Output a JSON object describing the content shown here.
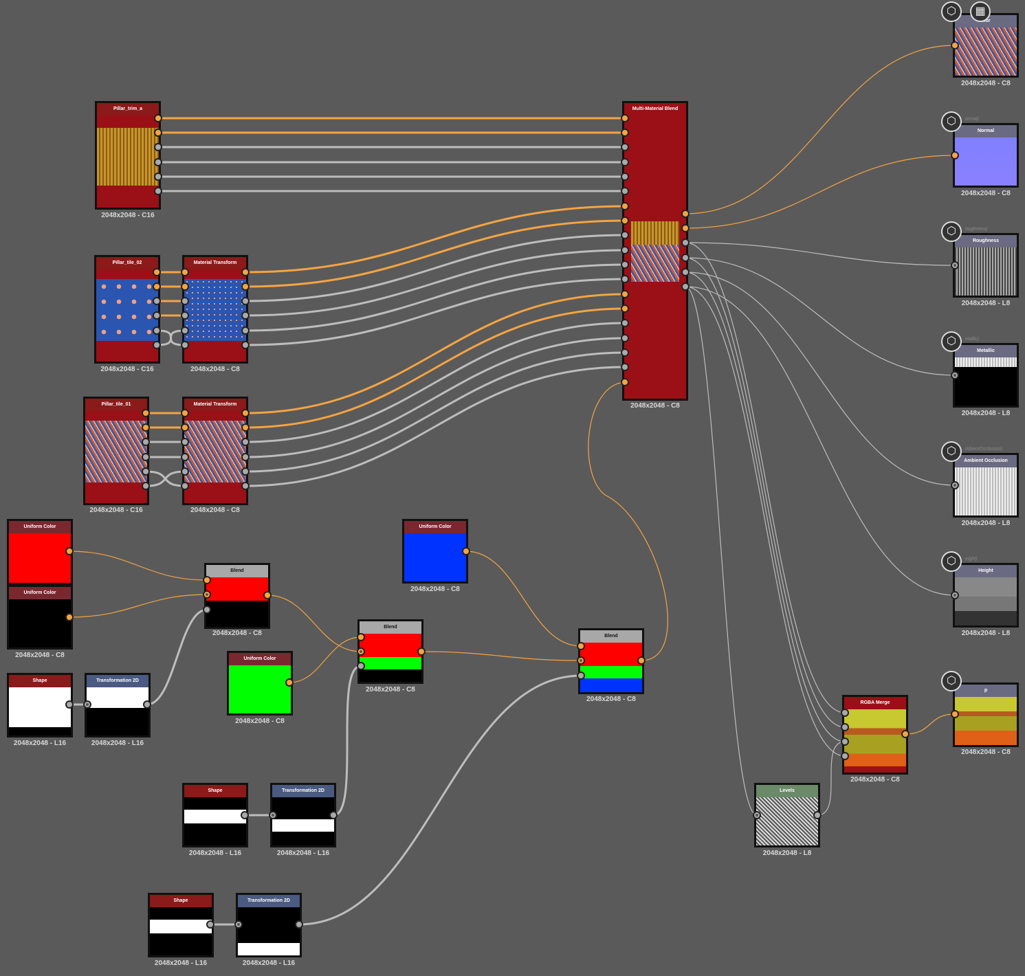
{
  "nodes": {
    "pillar_trim": {
      "title": "Pillar_trim_a",
      "size": "2048x2048 - C16",
      "header_color": "#8b1a1a"
    },
    "pillar_tile_02": {
      "title": "Pillar_tile_02",
      "size": "2048x2048 - C16"
    },
    "mat_transform_1": {
      "title": "Material Transform",
      "size": "2048x2048 - C8"
    },
    "pillar_tile_01": {
      "title": "Pillar_tile_01",
      "size": "2048x2048 - C16"
    },
    "mat_transform_2": {
      "title": "Material Transform",
      "size": "2048x2048 - C8"
    },
    "multi_blend": {
      "title": "Multi-Material Blend",
      "size": "2048x2048 - C8"
    },
    "uc_red": {
      "title": "Uniform Color",
      "color": "#ff0000"
    },
    "uc_black": {
      "title": "Uniform Color",
      "size": "2048x2048 - C8",
      "color": "#000000"
    },
    "blend_1": {
      "title": "Blend",
      "size": "2048x2048 - C8"
    },
    "uc_green": {
      "title": "Uniform Color",
      "size": "2048x2048 - C8",
      "color": "#00ff00"
    },
    "blend_2": {
      "title": "Blend",
      "size": "2048x2048 - C8"
    },
    "uc_blue": {
      "title": "Uniform Color",
      "size": "2048x2048 - C8",
      "color": "#0033ff"
    },
    "blend_3": {
      "title": "Blend",
      "size": "2048x2048 - C8"
    },
    "shape_1": {
      "title": "Shape",
      "size": "2048x2048 - L16"
    },
    "t2d_1": {
      "title": "Transformation 2D",
      "size": "2048x2048 - L16"
    },
    "shape_2": {
      "title": "Shape",
      "size": "2048x2048 - L16"
    },
    "t2d_2": {
      "title": "Transformation 2D",
      "size": "2048x2048 - L16"
    },
    "shape_3": {
      "title": "Shape",
      "size": "2048x2048 - L16"
    },
    "t2d_3": {
      "title": "Transformation 2D",
      "size": "2048x2048 - L16"
    },
    "levels": {
      "title": "Levels",
      "size": "2048x2048 - L8"
    },
    "rgba_merge": {
      "title": "RGBA Merge",
      "size": "2048x2048 - C8"
    },
    "out_basecolor": {
      "title": "olor",
      "size": "2048x2048 - C8"
    },
    "out_normal": {
      "title": "Normal",
      "ghost": "ormal)",
      "size": "2048x2048 - C8"
    },
    "out_roughness": {
      "title": "Roughness",
      "ghost": "oughness)",
      "size": "2048x2048 - L8"
    },
    "out_metallic": {
      "title": "Metallic",
      "ghost": "etallic)",
      "size": "2048x2048 - L8"
    },
    "out_ao": {
      "title": "Ambient Occlusion",
      "ghost": "mbientOcclusion)",
      "size": "2048x2048 - L8"
    },
    "out_height": {
      "title": "Height",
      "ghost": "eight)",
      "size": "2048x2048 - L8"
    },
    "out_p": {
      "title": "p",
      "size": "2048x2048 - C8"
    }
  },
  "colors": {
    "wire_orange": "#f5a442",
    "wire_gray": "#bdbdbd",
    "node_red": "#9a1016",
    "header_dark_red": "#7a1818",
    "header_gray": "#a8a8a8",
    "header_blue": "#4a5a80",
    "header_lavender": "#6a6a82",
    "header_green": "#6a8a68"
  },
  "icons": [
    "cube-icon",
    "checker-icon"
  ]
}
